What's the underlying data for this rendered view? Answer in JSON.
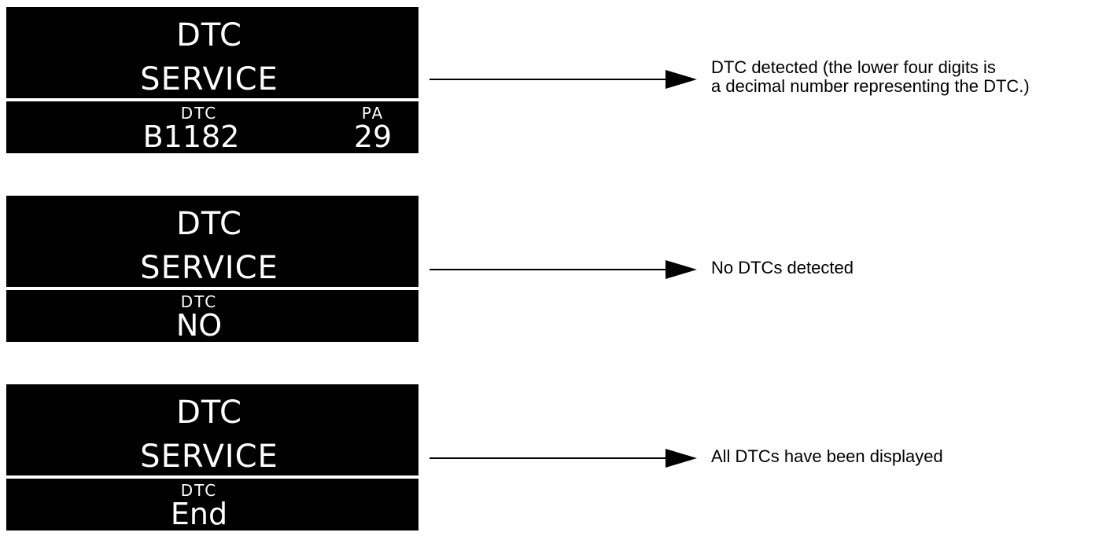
{
  "panels": [
    {
      "title": "DTC",
      "mode": "SERVICE",
      "code_label": "DTC",
      "code_value": "B1182",
      "pa_label": "PA",
      "pa_value": "29",
      "caption_line1": "DTC detected (the lower four digits is",
      "caption_line2": "a decimal number representing the DTC.)"
    },
    {
      "title": "DTC",
      "mode": "SERVICE",
      "code_label": "DTC",
      "code_value": "NO",
      "caption_line1": "No DTCs detected"
    },
    {
      "title": "DTC",
      "mode": "SERVICE",
      "code_label": "DTC",
      "code_value": "End",
      "caption_line1": "All DTCs have been displayed"
    }
  ]
}
